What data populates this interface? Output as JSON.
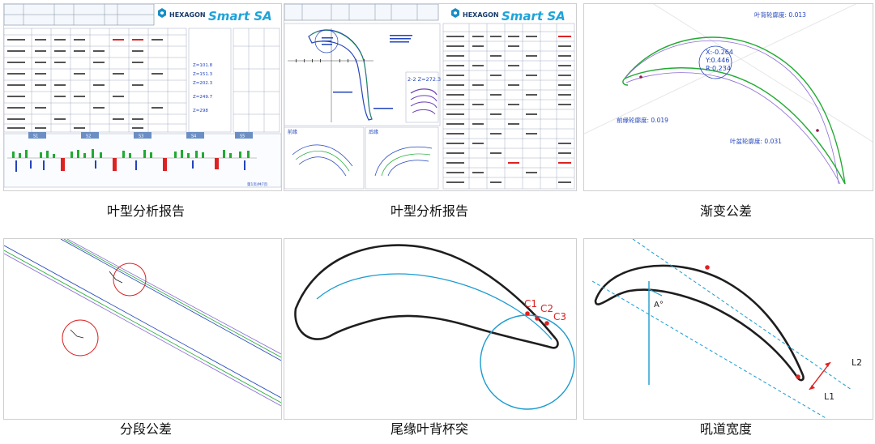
{
  "captions": [
    "叶型分析报告",
    "叶型分析报告",
    "渐变公差",
    "分段公差",
    "尾缘叶背杯突",
    "吼道宽度"
  ],
  "brand": {
    "company": "HEXAGON",
    "product": "Smart SA"
  },
  "report1": {
    "page_label": "第1页/共7页",
    "section_labels": [
      "S1",
      "S2",
      "S3",
      "S4",
      "S5"
    ],
    "right_labels": [
      "Z=101.8",
      "Z=151.3",
      "Z=202.3",
      "Z=249.7",
      "Z=298"
    ]
  },
  "report2": {
    "section_label": "2-2 Z=272.3",
    "bottom_left_label": "前缘",
    "bottom_right_label": "后缘"
  },
  "gradual": {
    "coords": [
      "X:-0.264",
      "Y:0.446",
      "R:0.234"
    ],
    "label_top": "叶背轮廓度: 0.013",
    "label_left": "前缘轮廓度: 0.019",
    "label_bottom": "叶盆轮廓度: 0.031"
  },
  "cup": {
    "points": [
      "C1",
      "C2",
      "C3"
    ]
  },
  "throat": {
    "angle": "A°",
    "l1": "L1",
    "l2": "L2"
  },
  "colors": {
    "green": "#22aa33",
    "blue": "#1a5cc8",
    "red": "#dd2222",
    "teal": "#1a9bd0",
    "purple": "#6b3fb5"
  }
}
